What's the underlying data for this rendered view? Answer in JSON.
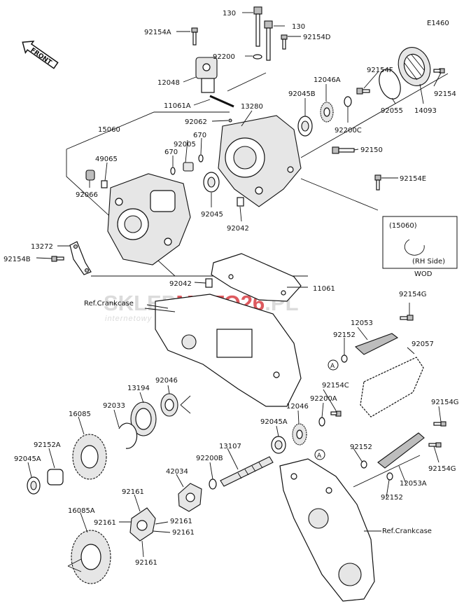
{
  "code": "E1460",
  "front_label": "FRONT",
  "watermark": {
    "main_grey": "SKLEP",
    "main_red1": "MOTO",
    "main_red2": "26",
    "main_suffix": ".PL",
    "sub": "internetowy sklep motocyklowy",
    "color_red": "#d2232a",
    "color_grey": "#c8c8c8"
  },
  "variant": {
    "part": "(15060)",
    "side": "(RH Side)",
    "model": "WOD"
  },
  "refs": {
    "crankcase_left": "Ref.Crankcase",
    "crankcase_right": "Ref.Crankcase"
  },
  "callout_A": "A",
  "labels": {
    "l130a": "130",
    "l130b": "130",
    "l92154A": "92154A",
    "l92154D": "92154D",
    "l92200": "92200",
    "l12048": "12048",
    "l12046A": "12046A",
    "l92154F": "92154F",
    "l11061A": "11061A",
    "l13280": "13280",
    "l92045B": "92045B",
    "l92154": "92154",
    "l92062": "92062",
    "l92055": "92055",
    "l14093": "14093",
    "l92200C": "92200C",
    "l15060": "15060",
    "l670a": "670",
    "l670b": "670",
    "l92005": "92005",
    "l49065": "49065",
    "l92150": "92150",
    "l92154E": "92154E",
    "l92066": "92066",
    "l92045": "92045",
    "l92042a": "92042",
    "l13272": "13272",
    "l92154B": "92154B",
    "l92042b": "92042",
    "l11061": "11061",
    "l92154G_a": "92154G",
    "l12053": "12053",
    "l92152a": "92152",
    "l92057": "92057",
    "l13194": "13194",
    "l92046": "92046",
    "l92154C": "92154C",
    "l92033": "92033",
    "l92200A": "92200A",
    "l12046": "12046",
    "l16085": "16085",
    "l92045A_b": "92045A",
    "l92154G_b": "92154G",
    "l92152A": "92152A",
    "l13107": "13107",
    "l92152b": "92152",
    "l92045A_a": "92045A",
    "l92200B": "92200B",
    "l92154G_c": "92154G",
    "l42034": "42034",
    "l12053A": "12053A",
    "l92152c": "92152",
    "l92161a": "92161",
    "l16085A": "16085A",
    "l92161b": "92161",
    "l92161c": "92161",
    "l92161d": "92161",
    "l92161e": "92161"
  }
}
